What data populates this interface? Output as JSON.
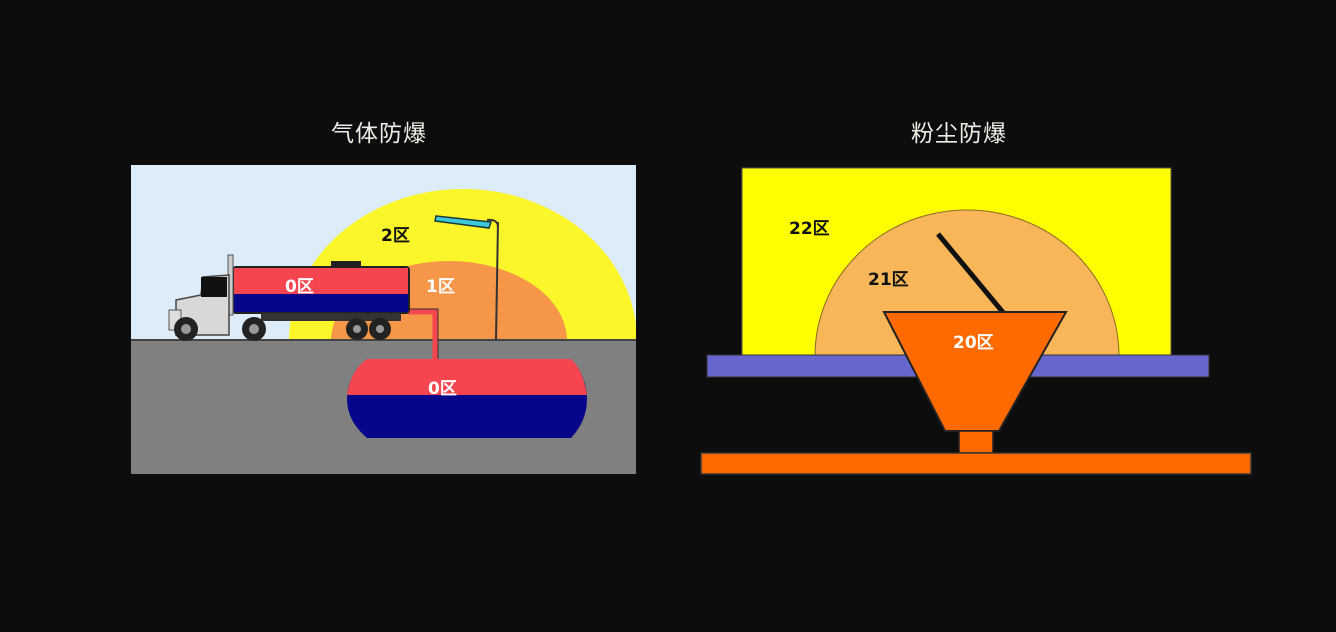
{
  "gas_panel": {
    "title": "气体防爆",
    "zones": {
      "zone2": "2区",
      "zone1": "1区",
      "zone0_truck": "0区",
      "zone0_tank": "0区"
    },
    "colors": {
      "sky": "#dcecf8",
      "ground": "#808080",
      "zone2": "#fbf62a",
      "zone1": "#f59648",
      "tank_top": "#f5454f",
      "tank_bottom": "#07068a"
    }
  },
  "dust_panel": {
    "title": "粉尘防爆",
    "zones": {
      "zone22": "22区",
      "zone21": "21区",
      "zone20": "20区"
    },
    "colors": {
      "zone22": "#ffff00",
      "zone21": "#f8b658",
      "zone20": "#ff6a00",
      "platform": "#6666cc",
      "base": "#ff6a00"
    }
  }
}
